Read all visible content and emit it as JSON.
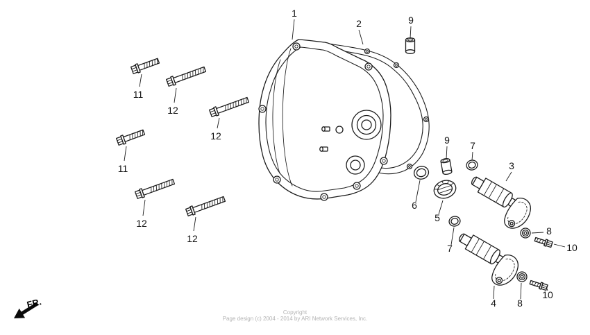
{
  "page": {
    "background": "#ffffff",
    "ink_color": "#1b1b1b",
    "watermark_color": "#b3b3b3",
    "fr_label": "FR.",
    "footer": {
      "line1": "Copyright",
      "line2": "Page design (c) 2004 - 2014 by ARI Network Services, Inc."
    }
  },
  "diagram": {
    "type": "exploded-parts-view",
    "callouts": [
      {
        "ref": "1"
      },
      {
        "ref": "2"
      },
      {
        "ref": "9"
      },
      {
        "ref": "11"
      },
      {
        "ref": "12"
      },
      {
        "ref": "12"
      },
      {
        "ref": "11"
      },
      {
        "ref": "12"
      },
      {
        "ref": "12"
      },
      {
        "ref": "9"
      },
      {
        "ref": "7"
      },
      {
        "ref": "3"
      },
      {
        "ref": "6"
      },
      {
        "ref": "5"
      },
      {
        "ref": "7"
      },
      {
        "ref": "8"
      },
      {
        "ref": "10"
      },
      {
        "ref": "4"
      },
      {
        "ref": "8"
      },
      {
        "ref": "10"
      }
    ]
  }
}
